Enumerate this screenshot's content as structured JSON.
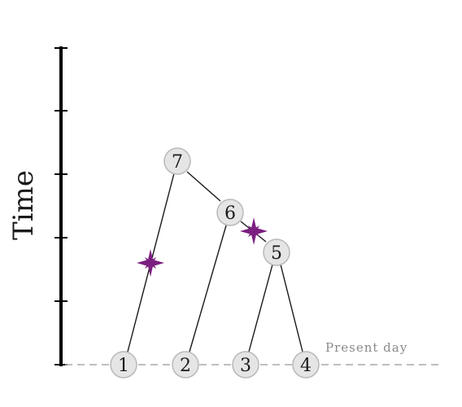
{
  "diagram": {
    "axis_title": "Time",
    "present_label": "Present day",
    "colors": {
      "mutation": "#7b1f80",
      "node_fill": "#e5e5e5",
      "node_stroke": "#b9b9b9",
      "present_line": "#a8a8a8"
    },
    "nodes": [
      {
        "id": "1",
        "label": "1"
      },
      {
        "id": "2",
        "label": "2"
      },
      {
        "id": "3",
        "label": "3"
      },
      {
        "id": "4",
        "label": "4"
      },
      {
        "id": "5",
        "label": "5"
      },
      {
        "id": "6",
        "label": "6"
      },
      {
        "id": "7",
        "label": "7"
      }
    ],
    "edges": [
      {
        "from": "7",
        "to": "1"
      },
      {
        "from": "7",
        "to": "6"
      },
      {
        "from": "6",
        "to": "2"
      },
      {
        "from": "6",
        "to": "5"
      },
      {
        "from": "5",
        "to": "3"
      },
      {
        "from": "5",
        "to": "4"
      }
    ],
    "mutations": [
      {
        "edge": "7-1",
        "icon": "star-burst-icon"
      },
      {
        "edge": "6-5",
        "icon": "star-burst-icon"
      }
    ]
  }
}
